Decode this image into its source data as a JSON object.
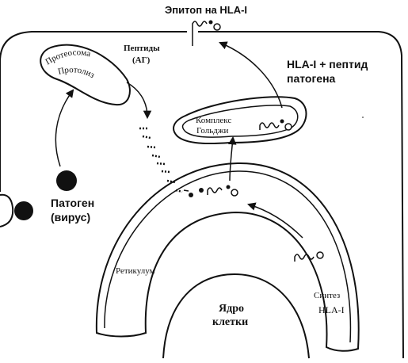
{
  "labels": {
    "epitope": "Эпитоп на HLA-I",
    "hla_peptide_line1": "HLA-I + пептид",
    "hla_peptide_line2": "патогена",
    "proteasome_outer": "Протеосома",
    "proteasome_inner": "Протолиз",
    "peptides_line1": "Пептиды",
    "peptides_line2": "(АГ)",
    "golgi_line1": "Комплекс",
    "golgi_line2": "Гольджи",
    "pathogen_line1": "Патоген",
    "pathogen_line2": "(вирус)",
    "reticulum": "Ретикулум",
    "nucleus_line1": "Ядро",
    "nucleus_line2": "клетки",
    "synthesis_line1": "Синтез",
    "synthesis_line2": "HLA-I"
  },
  "colors": {
    "ink": "#111111",
    "background": "#ffffff"
  }
}
